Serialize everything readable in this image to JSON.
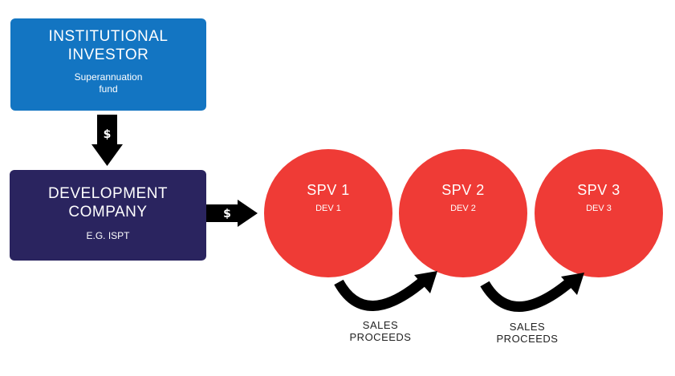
{
  "investor": {
    "title_line1": "INSTITUTIONAL",
    "title_line2": "INVESTOR",
    "subtitle_line1": "Superannuation",
    "subtitle_line2": "fund"
  },
  "developer": {
    "title_line1": "DEVELOPMENT",
    "title_line2": "COMPANY",
    "subtitle": "E.G. ISPT"
  },
  "flows": {
    "investor_to_developer": "$",
    "developer_to_spv": "$"
  },
  "spvs": [
    {
      "title": "SPV 1",
      "subtitle": "DEV 1"
    },
    {
      "title": "SPV 2",
      "subtitle": "DEV 2"
    },
    {
      "title": "SPV 3",
      "subtitle": "DEV 3"
    }
  ],
  "sales": [
    {
      "line1": "SALES",
      "line2": "PROCEEDS"
    },
    {
      "line1": "SALES",
      "line2": "PROCEEDS"
    }
  ],
  "colors": {
    "investor_box": "#1375c2",
    "developer_box": "#2a245f",
    "spv_circle": "#ef3b36",
    "arrow": "#000000"
  }
}
